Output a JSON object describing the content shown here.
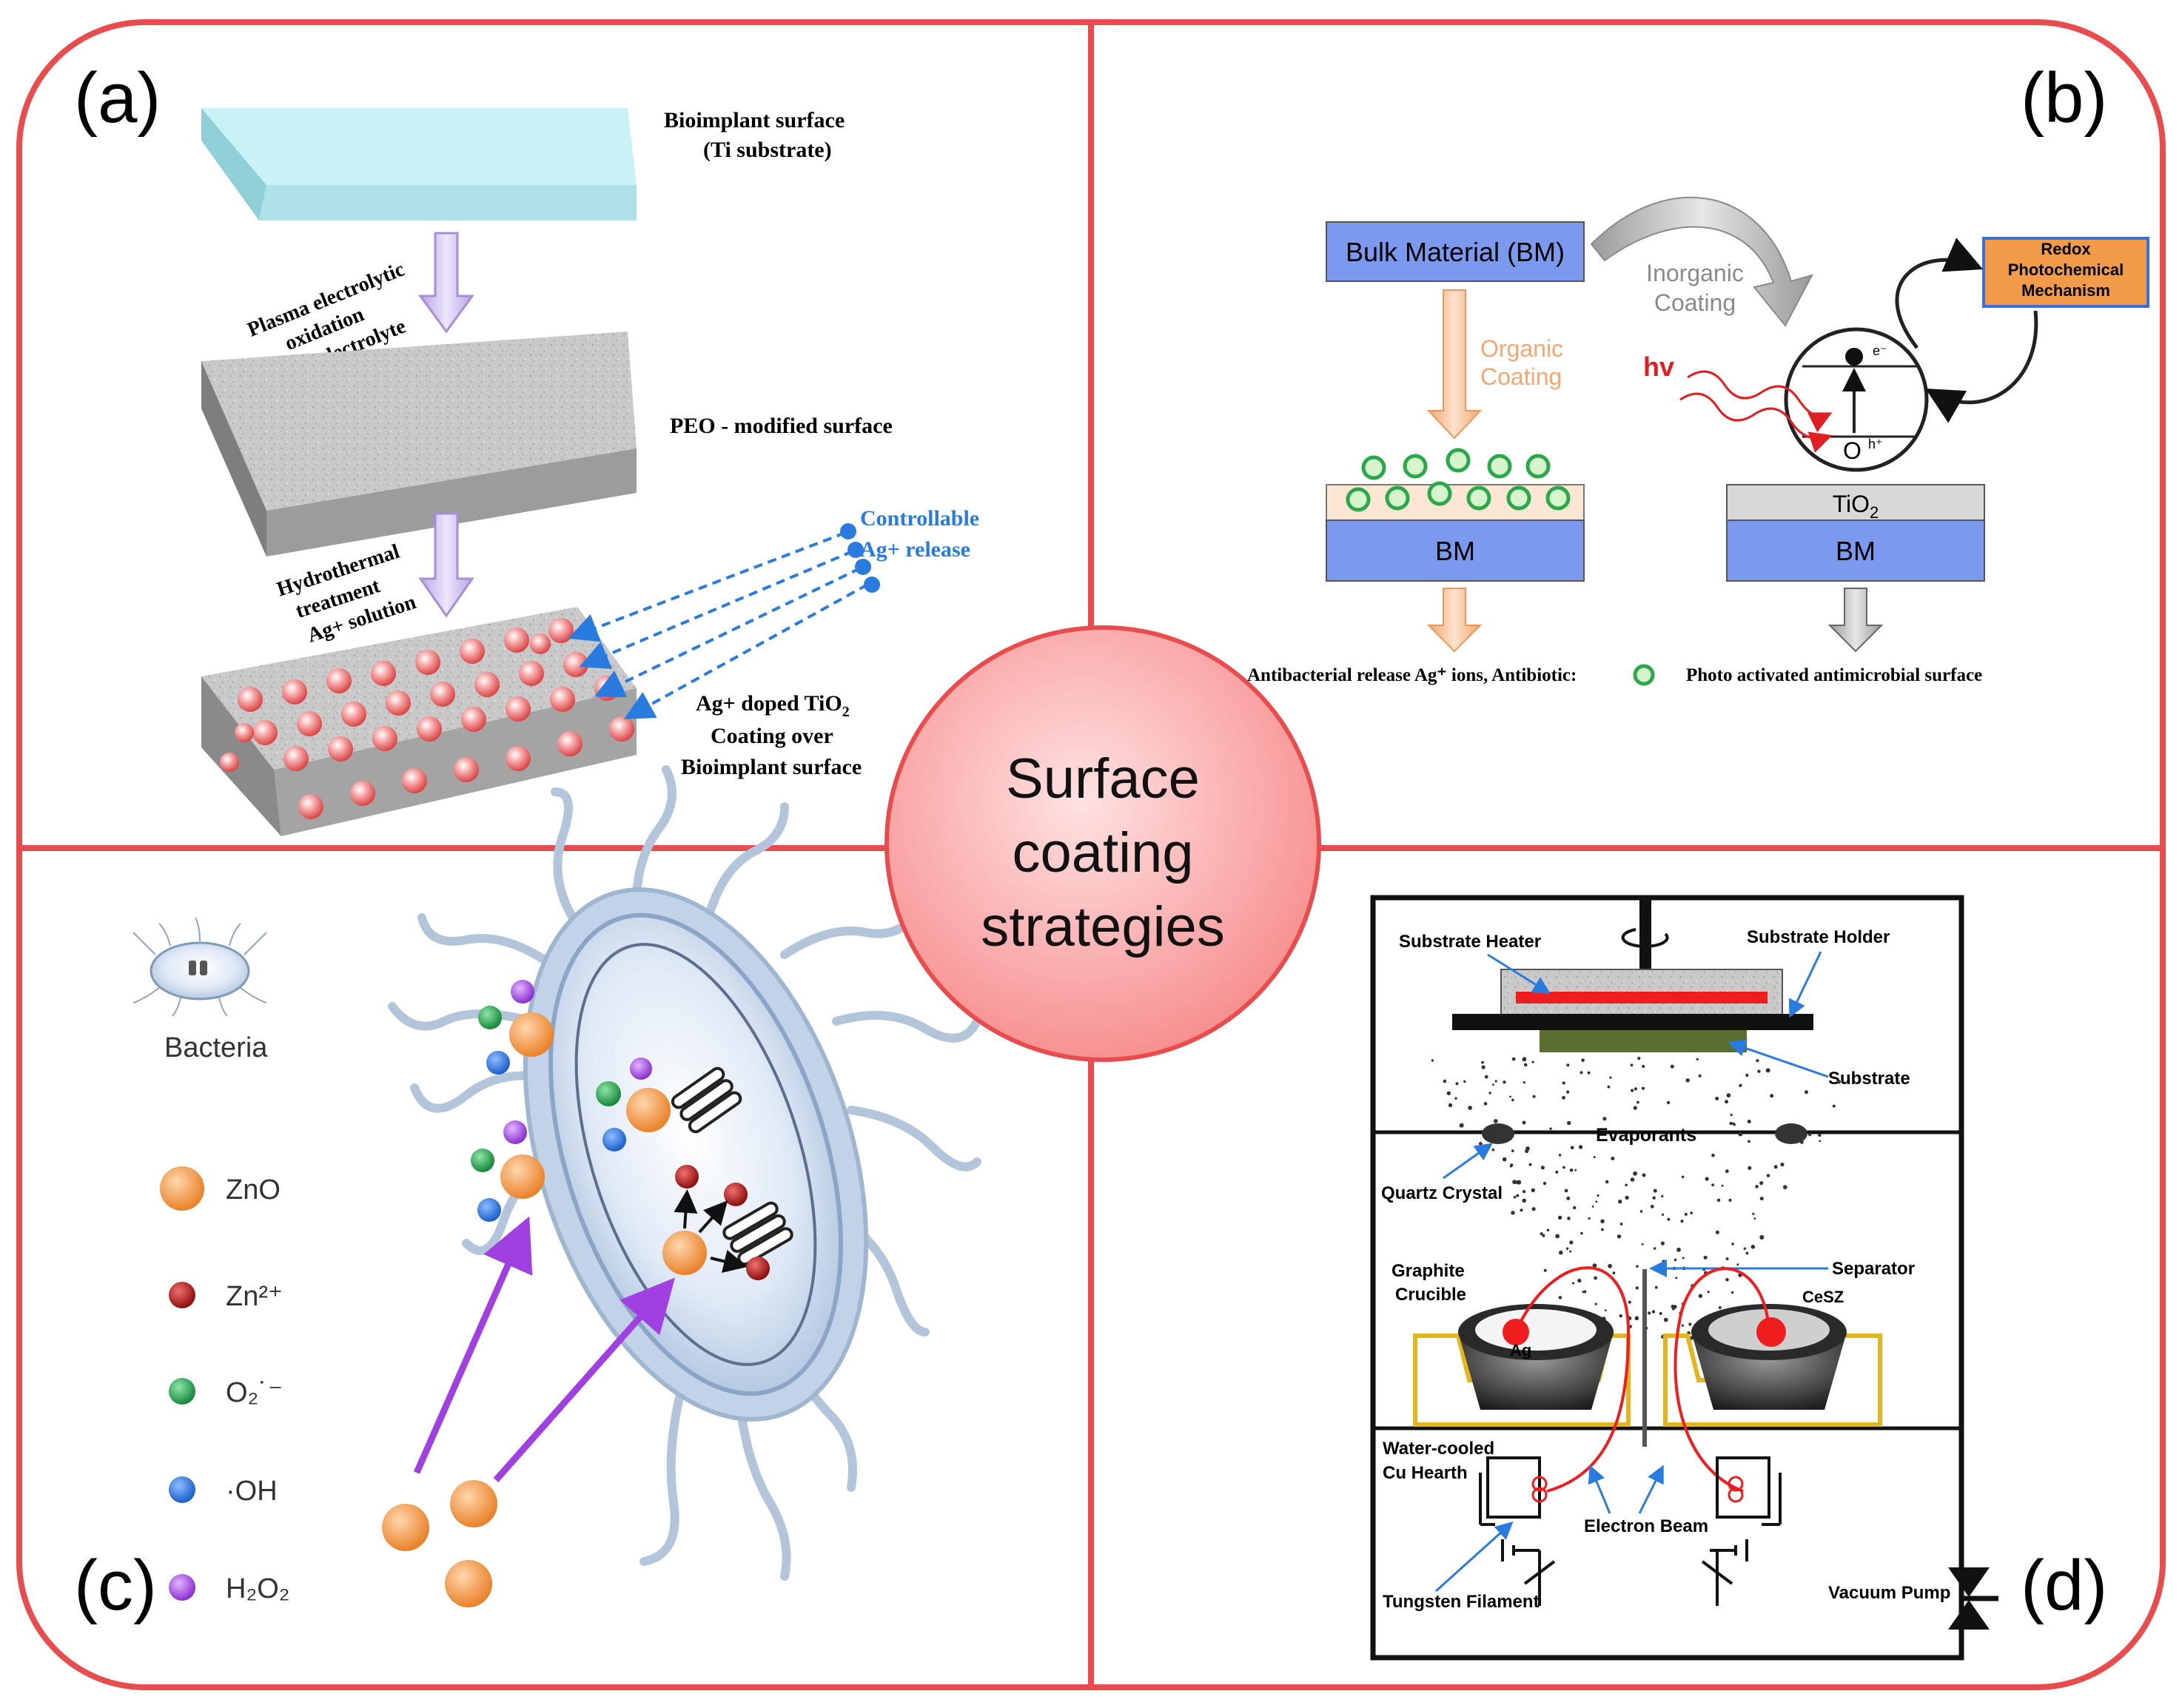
{
  "center": {
    "line1": "Surface",
    "line2": "coating",
    "line3": "strategies"
  },
  "panel_a": {
    "label": "(a)",
    "substrate_line1": "Bioimplant surface",
    "substrate_line2": "(Ti substrate)",
    "step1_line1": "Plasma electrolytic",
    "step1_line2": "oxidation",
    "step1_line3": "Ca/P electrolyte",
    "peo": "PEO - modified surface",
    "step2_line1": "Hydrothermal",
    "step2_line2": "treatment",
    "step2_line3": "Ag+ solution",
    "release_line1": "Controllable",
    "release_line2": "Ag+ release",
    "coating_line1": "Ag+ doped TiO",
    "coating_sub": "2",
    "coating_line2": "Coating over",
    "coating_line3": "Bioimplant surface"
  },
  "panel_b": {
    "label": "(b)",
    "bulk": "Bulk Material (BM)",
    "inorganic_line1": "Inorganic",
    "inorganic_line2": "Coating",
    "organic_line1": "Organic",
    "organic_line2": "Coating",
    "redox_line1": "Redox",
    "redox_line2": "Photochemical",
    "redox_line3": "Mechanism",
    "hv": "hv",
    "electron": "e⁻",
    "hole": "h⁺",
    "o_label": "O",
    "tio2": "TiO",
    "tio2_sub": "2",
    "bm": "BM",
    "left_caption": "Antibacterial release Ag⁺ ions, Antibiotic:",
    "right_caption": "Photo activated antimicrobial surface"
  },
  "panel_c": {
    "label": "(c)",
    "bacteria": "Bacteria",
    "legend": [
      "ZnO",
      "Zn²⁺",
      "O₂˙⁻",
      "·OH",
      "H₂O₂"
    ]
  },
  "panel_d": {
    "label": "(d)",
    "substrate_heater": "Substrate Heater",
    "substrate_holder": "Substrate Holder",
    "substrate": "Substrate",
    "evaporants": "Evaporants",
    "quartz": "Quartz Crystal",
    "separator": "Separator",
    "graphite_line1": "Graphite",
    "graphite_line2": "Crucible",
    "ag": "Ag",
    "cesz": "CeSZ",
    "water_line1": "Water-cooled",
    "water_line2": "Cu Hearth",
    "electron_beam": "Electron Beam",
    "tungsten": "Tungsten Filament",
    "vacuum": "Vacuum Pump"
  },
  "colors": {
    "frame": "#e84c4c",
    "zno": "#f5963a",
    "zn2": "#b01818",
    "superoxide": "#1e9b46",
    "hydroxyl": "#1e6fd8",
    "peroxide": "#9a3fd8",
    "arrow_purple": "#a040e0",
    "bm_blue": "#7b99ee",
    "organic_orange": "#f2a870",
    "release_blue": "#2a7be0"
  }
}
